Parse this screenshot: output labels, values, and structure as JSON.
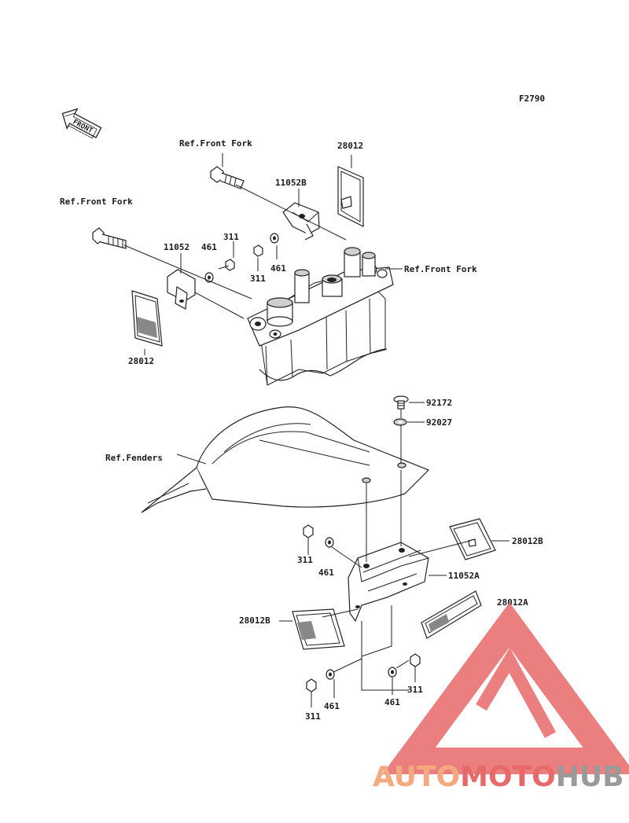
{
  "figure_id": "F2790",
  "front_label": "FRONT",
  "refs": {
    "front_fork_top": "Ref.Front Fork",
    "front_fork_left": "Ref.Front Fork",
    "front_fork_right": "Ref.Front Fork",
    "fenders": "Ref.Fenders"
  },
  "parts": {
    "p28012_top": "28012",
    "p11052B": "11052B",
    "p11052": "11052",
    "p461_a": "461",
    "p311_a": "311",
    "p461_b": "461",
    "p311_b": "311",
    "p28012_left": "28012",
    "p92172": "92172",
    "p92027": "92027",
    "p28012B_right": "28012B",
    "p311_c": "311",
    "p461_c": "461",
    "p11052A": "11052A",
    "p28012A": "28012A",
    "p28012B_left": "28012B",
    "p461_d": "461",
    "p311_d": "311",
    "p461_e": "461",
    "p311_e": "311"
  },
  "watermark": {
    "part1": "AUTO",
    "part2": "MOTO",
    "part3": "HUB",
    "color_orange": "#f5a97f",
    "color_red": "#e8696a",
    "color_gray": "#9a9a9a"
  }
}
